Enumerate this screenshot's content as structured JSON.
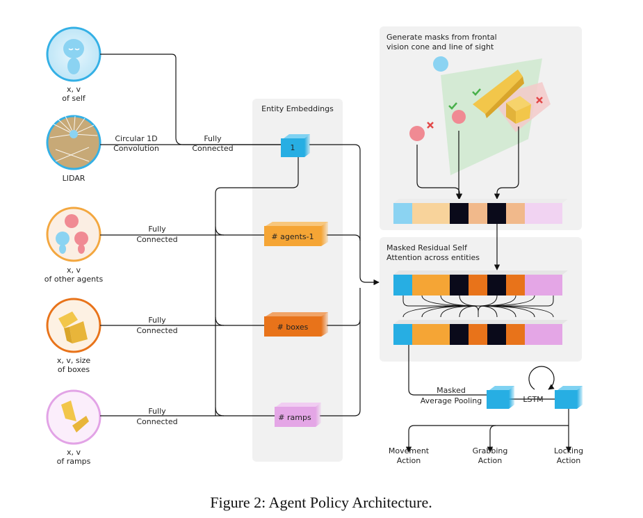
{
  "inputs": {
    "self": [
      "x, v",
      "of self"
    ],
    "lidar": [
      "LIDAR"
    ],
    "agents": [
      "x, v",
      "of other agents"
    ],
    "boxes": [
      "x, v, size",
      "of boxes"
    ],
    "ramps": [
      "x, v",
      "of ramps"
    ]
  },
  "edges": {
    "conv": [
      "Circular 1D",
      "Convolution"
    ],
    "fc_top": [
      "Fully",
      "Connected"
    ],
    "fc_agents": [
      "Fully",
      "Connected"
    ],
    "fc_boxes": [
      "Fully",
      "Connected"
    ],
    "fc_ramps": [
      "Fully",
      "Connected"
    ]
  },
  "embeddings": {
    "title": "Entity Embeddings",
    "self": "1",
    "agents": "# agents-1",
    "boxes": "# boxes",
    "ramps": "# ramps"
  },
  "mask_panel": {
    "title": [
      "Generate masks from frontal",
      "vision cone and line of sight"
    ]
  },
  "attention_panel": {
    "title": [
      "Masked Residual Self",
      "Attention across entities"
    ]
  },
  "pooling": [
    "Masked",
    "Average Pooling"
  ],
  "lstm": "LSTM",
  "actions": {
    "movement": [
      "Movement",
      "Action"
    ],
    "grabbing": [
      "Grabbing",
      "Action"
    ],
    "locking": [
      "Locking",
      "Action"
    ]
  },
  "caption": "Figure 2: Agent Policy Architecture.",
  "colors": {
    "self_blue": "#27aee3",
    "agent_orange": "#f5a535",
    "box_orange": "#e8731a",
    "ramp_pink": "#e4a6e6",
    "black": "#0a0a1a",
    "panel_bg": "#f1f1f1"
  }
}
